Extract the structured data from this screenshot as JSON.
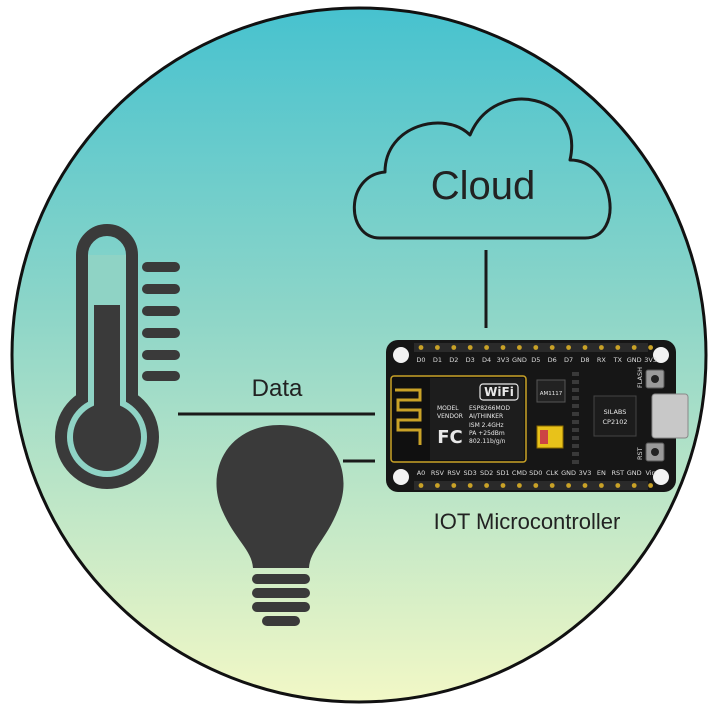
{
  "diagram": {
    "cloud_label": "Cloud",
    "data_label": "Data",
    "board_label": "IOT Microcontroller",
    "colors": {
      "background_top": "#4cc4d0",
      "background_bottom": "#eef7c4",
      "icon_fill": "#3a3a3a",
      "board": "#161616"
    }
  },
  "board": {
    "top_pins": [
      "D0",
      "D1",
      "D2",
      "D3",
      "D4",
      "3V3",
      "GND",
      "D5",
      "D6",
      "D7",
      "D8",
      "RX",
      "TX",
      "GND",
      "3V3"
    ],
    "bottom_pins": [
      "A0",
      "RSV",
      "RSV",
      "SD3",
      "SD2",
      "SD1",
      "CMD",
      "SD0",
      "CLK",
      "GND",
      "3V3",
      "EN",
      "RST",
      "GND",
      "Vin"
    ],
    "module": {
      "model_label": "MODEL",
      "model_value": "ESP8266MOD",
      "vendor_label": "VENDOR",
      "vendor_value": "AI/THINKER",
      "ism": "ISM 2.4GHz",
      "pa": "PA +25dBm",
      "protocol": "802.11b/g/n",
      "wifi_logo": "WiFi",
      "fc_logo": "FC"
    },
    "regulator": "AM1117",
    "usb_chip": {
      "line1": "SILABS",
      "line2": "CP2102"
    },
    "flash_button": "FLASH",
    "rst_button": "RST"
  }
}
